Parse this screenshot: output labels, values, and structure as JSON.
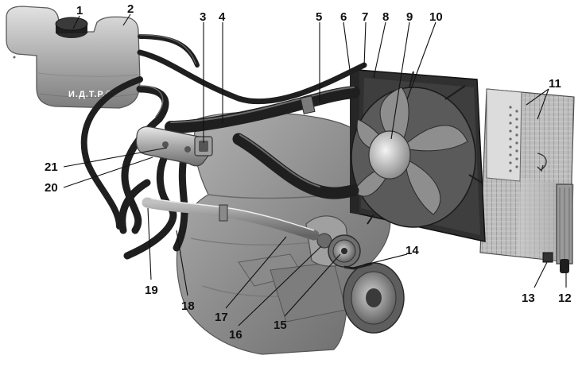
{
  "diagram": {
    "tank_marking": "И.Д.Т.Р.©",
    "callouts": [
      {
        "id": "c1",
        "text": "1"
      },
      {
        "id": "c2",
        "text": "2"
      },
      {
        "id": "c3",
        "text": "3"
      },
      {
        "id": "c4",
        "text": "4"
      },
      {
        "id": "c5",
        "text": "5"
      },
      {
        "id": "c6",
        "text": "6"
      },
      {
        "id": "c7",
        "text": "7"
      },
      {
        "id": "c8",
        "text": "8"
      },
      {
        "id": "c9",
        "text": "9"
      },
      {
        "id": "c10",
        "text": "10"
      },
      {
        "id": "c11",
        "text": "11"
      },
      {
        "id": "c12",
        "text": "12"
      },
      {
        "id": "c13",
        "text": "13"
      },
      {
        "id": "c14",
        "text": "14"
      },
      {
        "id": "c15",
        "text": "15"
      },
      {
        "id": "c16",
        "text": "16"
      },
      {
        "id": "c17",
        "text": "17"
      },
      {
        "id": "c18",
        "text": "18"
      },
      {
        "id": "c19",
        "text": "19"
      },
      {
        "id": "c20",
        "text": "20"
      },
      {
        "id": "c21",
        "text": "21"
      }
    ]
  }
}
